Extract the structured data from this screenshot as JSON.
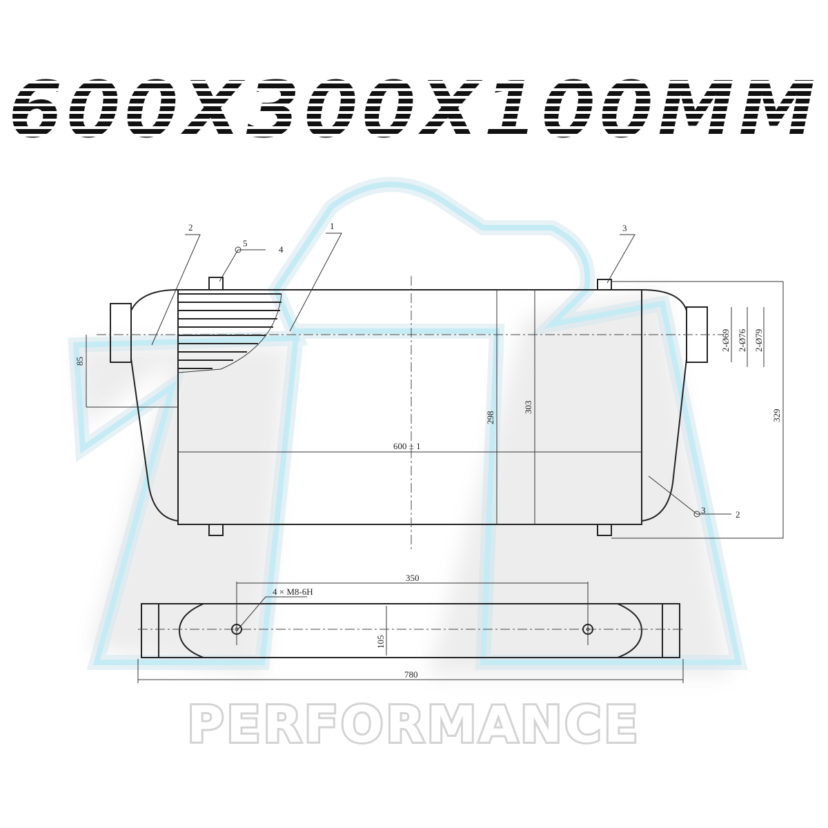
{
  "title": "600X300X100MM",
  "watermark": {
    "text": "PERFORMANCE",
    "outline_color": "#bfe9f5",
    "shadow_color": "#cccccc"
  },
  "front_view": {
    "part_labels": [
      "1",
      "2",
      "3"
    ],
    "weld_symbols": [
      {
        "size": "5",
        "ref": "4"
      },
      {
        "size": "3",
        "ref": "2"
      }
    ],
    "dimensions": {
      "inlet_offset": "85",
      "core_height": "298",
      "tank_height": "303",
      "overall_height": "329",
      "core_width": "600 ± 1",
      "outlet_d1": "2-Ø69",
      "outlet_d2": "2-Ø76",
      "outlet_d3": "2-Ø79"
    }
  },
  "bottom_view": {
    "hole_spacing": "350",
    "thread_callout": "4 × M8-6H",
    "depth": "105",
    "overall_length": "780"
  }
}
